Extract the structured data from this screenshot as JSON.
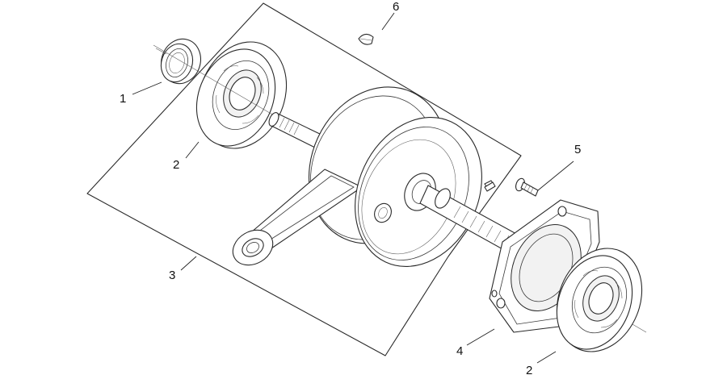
{
  "callouts": {
    "c1": "1",
    "c2a": "2",
    "c2b": "2",
    "c3": "3",
    "c4": "4",
    "c5": "5",
    "c6": "6"
  },
  "colors": {
    "line": "#2a2a2a",
    "background": "#ffffff"
  }
}
